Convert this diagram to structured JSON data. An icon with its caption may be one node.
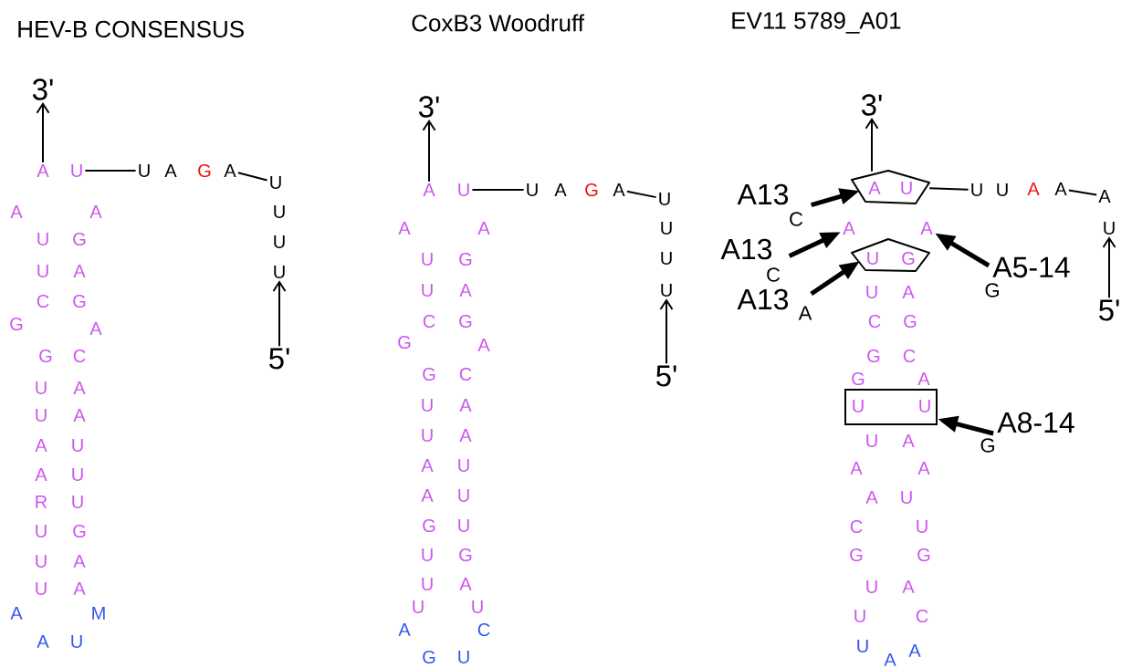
{
  "diagram": {
    "nodes": [
      {
        "text": [
          "3'"
        ]
      },
      {
        "text": [
          "A"
        ]
      },
      {
        "text": [
          "U"
        ]
      },
      {
        "text": [
          "U"
        ]
      },
      {
        "text": [
          "A"
        ]
      },
      {
        "text": [
          "U"
        ]
      },
      {
        "text": [
          "U"
        ]
      },
      {
        "text": [
          "5'"
        ]
      },
      {
        "text": [
          "3'"
        ]
      },
      {
        "text": [
          "A"
        ]
      },
      {
        "text": [
          "U"
        ]
      },
      {
        "text": [
          "U"
        ]
      },
      {
        "text": [
          "A"
        ]
      },
      {
        "text": [
          "U"
        ]
      },
      {
        "text": [
          "U"
        ]
      },
      {
        "text": [
          "5'"
        ]
      },
      {
        "text": [
          "3'"
        ]
      },
      {
        "text": [
          "A",
          "U"
        ]
      },
      {
        "text": [
          "U"
        ]
      },
      {
        "text": [
          "A"
        ]
      },
      {
        "text": [
          "A"
        ]
      },
      {
        "text": [
          "U"
        ]
      },
      {
        "text": [
          "5'"
        ]
      },
      {
        "text": [
          "A13",
          "C"
        ]
      },
      {
        "text": [
          "A"
        ]
      },
      {
        "text": [
          "A"
        ]
      },
      {
        "text": [
          "U",
          "G"
        ]
      },
      {
        "text": [
          "A13",
          "C"
        ]
      },
      {
        "text": [
          "A13",
          "A"
        ]
      },
      {
        "text": [
          "A5-14",
          "G"
        ]
      },
      {
        "text": [
          "U",
          "U"
        ]
      },
      {
        "text": [
          "A8-14",
          "G"
        ]
      }
    ],
    "edges": [
      {
        "from": 1,
        "to": 0,
        "arrow": "to"
      },
      {
        "from": 2,
        "to": 3,
        "arrow": "none"
      },
      {
        "from": 4,
        "to": 5,
        "arrow": "none"
      },
      {
        "from": 7,
        "to": 6,
        "arrow": "to"
      },
      {
        "from": 9,
        "to": 8,
        "arrow": "to"
      },
      {
        "from": 10,
        "to": 11,
        "arrow": "none"
      },
      {
        "from": 12,
        "to": 13,
        "arrow": "none"
      },
      {
        "from": 15,
        "to": 14,
        "arrow": "to"
      },
      {
        "from": 17,
        "to": 16,
        "arrow": "to"
      },
      {
        "from": 17,
        "to": 18,
        "arrow": "none"
      },
      {
        "from": 19,
        "to": 20,
        "arrow": "none"
      },
      {
        "from": 22,
        "to": 21,
        "arrow": "to"
      },
      {
        "from": 23,
        "to": 17,
        "arrow": "to",
        "style": "thick"
      },
      {
        "from": 27,
        "to": 24,
        "arrow": "to",
        "style": "thick"
      },
      {
        "from": 28,
        "to": 26,
        "arrow": "to",
        "style": "thick"
      },
      {
        "from": 29,
        "to": 25,
        "arrow": "to",
        "style": "thick"
      },
      {
        "from": 31,
        "to": 30,
        "arrow": "to",
        "style": "thick"
      }
    ],
    "labels": [
      "HEV-B CONSENSUS",
      "CoxB3 Woodruff",
      "EV11 5789_A01",
      "A",
      "G",
      "U",
      "U",
      "A",
      "A",
      "U",
      "G",
      "U",
      "A",
      "C",
      "G",
      "G",
      "A",
      "G",
      "C",
      "U",
      "A",
      "U",
      "A",
      "A",
      "U",
      "A",
      "U",
      "R",
      "U",
      "U",
      "G",
      "U",
      "A",
      "U",
      "A",
      "A",
      "M",
      "A",
      "U",
      "A",
      "G",
      "U",
      "U",
      "A",
      "A",
      "U",
      "G",
      "U",
      "A",
      "C",
      "G",
      "G",
      "A",
      "G",
      "C",
      "U",
      "A",
      "U",
      "A",
      "A",
      "U",
      "A",
      "U",
      "G",
      "U",
      "U",
      "G",
      "U",
      "A",
      "U",
      "U",
      "A",
      "C",
      "G",
      "U",
      "U",
      "A",
      "U",
      "A",
      "C",
      "G",
      "G",
      "C",
      "G",
      "A",
      "U",
      "A",
      "A",
      "A",
      "A",
      "U",
      "C",
      "U",
      "G",
      "G",
      "U",
      "A",
      "U",
      "C",
      "U",
      "A",
      "A"
    ]
  }
}
